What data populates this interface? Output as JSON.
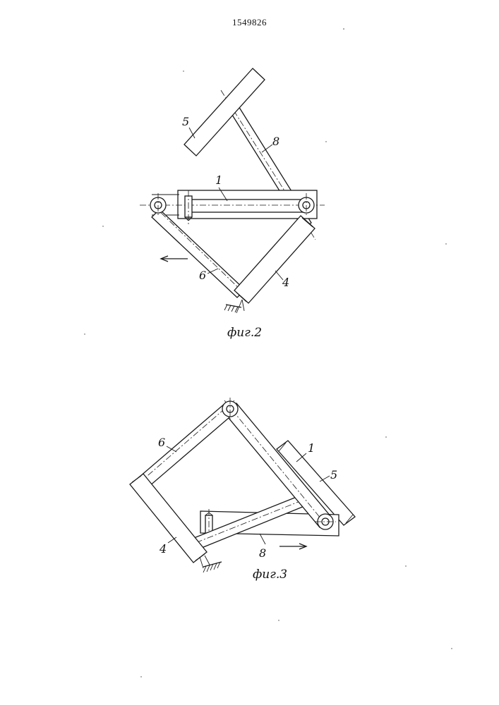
{
  "patent_number": "1549826",
  "figures": [
    {
      "caption": "фиг.2",
      "labels": {
        "part_1": "1",
        "part_4": "4",
        "part_5": "5",
        "part_6": "6",
        "part_8": "8"
      }
    },
    {
      "caption": "фиг.3",
      "labels": {
        "part_1": "1",
        "part_4": "4",
        "part_5": "5",
        "part_6": "6",
        "part_8": "8"
      }
    }
  ]
}
